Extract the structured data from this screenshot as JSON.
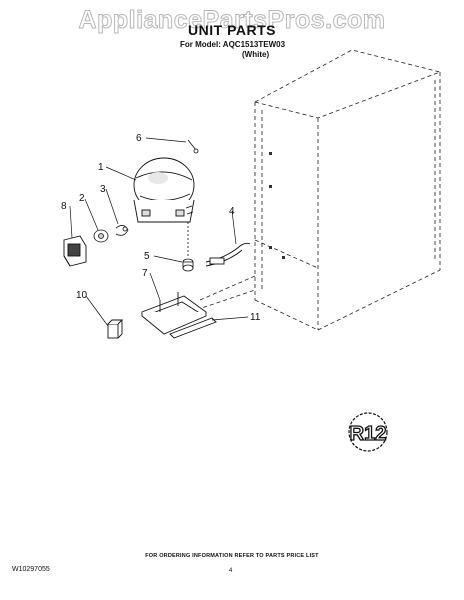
{
  "watermark": "AppliancePartsPros.com",
  "header": {
    "title": "UNIT PARTS",
    "model_line": "For Model: AQC1513TEW03",
    "color_line": "(White)"
  },
  "callouts": [
    {
      "label": "1"
    },
    {
      "label": "2"
    },
    {
      "label": "3"
    },
    {
      "label": "4"
    },
    {
      "label": "5"
    },
    {
      "label": "6"
    },
    {
      "label": "7"
    },
    {
      "label": "8"
    },
    {
      "label": "10"
    },
    {
      "label": "11"
    }
  ],
  "refrigerant_badge": "R12",
  "footer": {
    "note": "FOR ORDERING INFORMATION REFER TO PARTS PRICE LIST",
    "doc_number": "W10297055",
    "page_number": "4"
  }
}
